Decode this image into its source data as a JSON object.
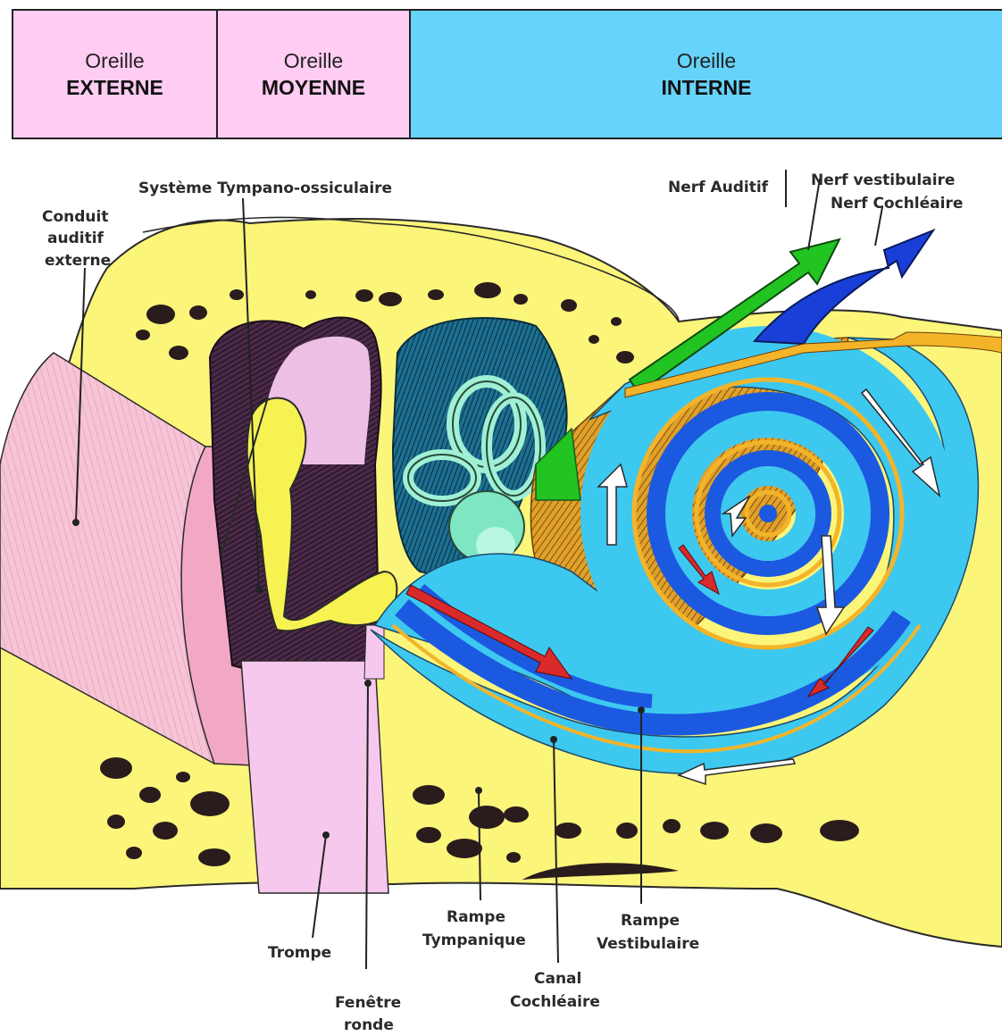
{
  "header": {
    "cells": [
      {
        "line1": "Oreille",
        "line2": "EXTERNE"
      },
      {
        "line1": "Oreille",
        "line2": "MOYENNE"
      },
      {
        "line1": "Oreille",
        "line2": "INTERNE"
      }
    ],
    "colors": {
      "external": "#ffccf3",
      "middle": "#ffccf3",
      "internal": "#66d3fa"
    }
  },
  "labels": {
    "tympano": "Système Tympano-ossiculaire",
    "conduit_1": "Conduit",
    "conduit_2": "auditif",
    "conduit_3": "externe",
    "nerf_auditif": "Nerf Auditif",
    "nerf_vestibulaire": "Nerf vestibulaire",
    "nerf_cochleaire": "Nerf Cochléaire",
    "trompe": "Trompe",
    "fenetre_1": "Fenêtre",
    "fenetre_2": "ronde",
    "rampe_tymp_1": "Rampe",
    "rampe_tymp_2": "Tympanique",
    "canal_1": "Canal",
    "canal_2": "Cochléaire",
    "rampe_vest_1": "Rampe",
    "rampe_vest_2": "Vestibulaire"
  },
  "colors": {
    "bone": "#fbf57a",
    "skin": "#f7c3d6",
    "cochlea": "#3dc8f0",
    "duct": "#1b5ae0",
    "ossicles": "#f5f252",
    "vestibular_nerve": "#22c422",
    "cochlear_nerve": "#1a3fd8",
    "labyrinth": "#9ff0d4",
    "arrow_red": "#d82a2a"
  }
}
